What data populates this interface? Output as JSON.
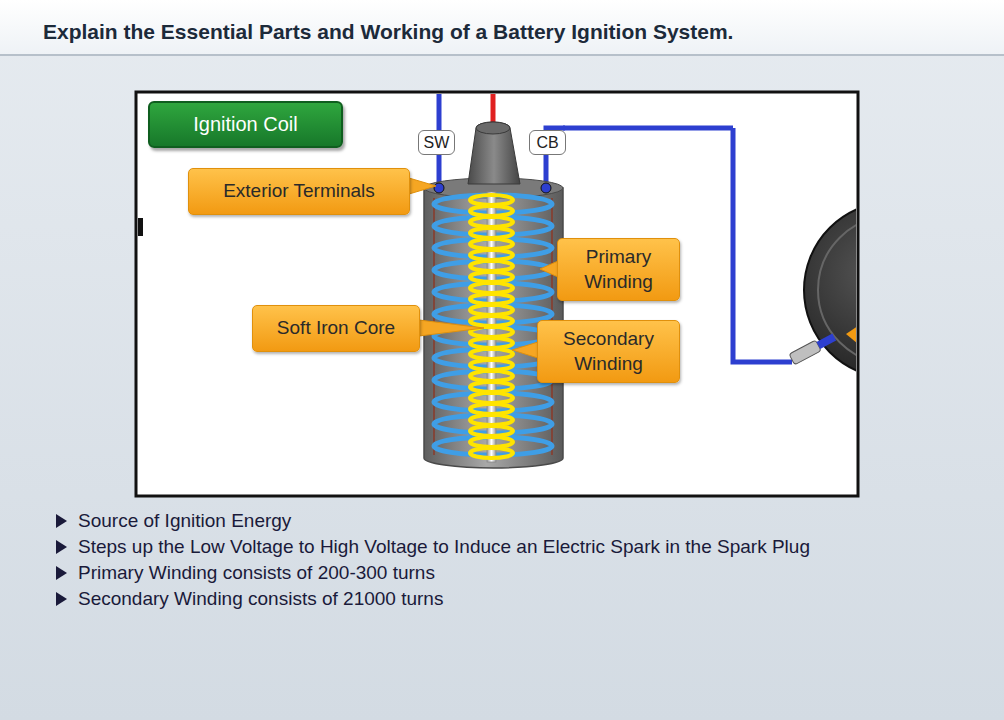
{
  "diagram": {
    "title": "Explain the Essential Parts and Working of a Battery Ignition System.",
    "nodes": [
      {
        "text": [
          "Ignition Coil"
        ]
      },
      {
        "text": [
          "SW"
        ]
      },
      {
        "text": [
          "CB"
        ]
      },
      {
        "text": [
          "Exterior Terminals"
        ]
      },
      {
        "text": [
          "Primary Winding"
        ]
      },
      {
        "text": [
          "Soft Iron Core"
        ]
      },
      {
        "text": [
          "Secondary Winding"
        ]
      }
    ],
    "labels": [
      "Source of Ignition Energy",
      "Steps up the Low Voltage to High Voltage to Induce an Electric Spark in the Spark Plug",
      "Primary Winding consists of 200-300 turns",
      "Secondary Winding consists of 21000 turns"
    ]
  }
}
